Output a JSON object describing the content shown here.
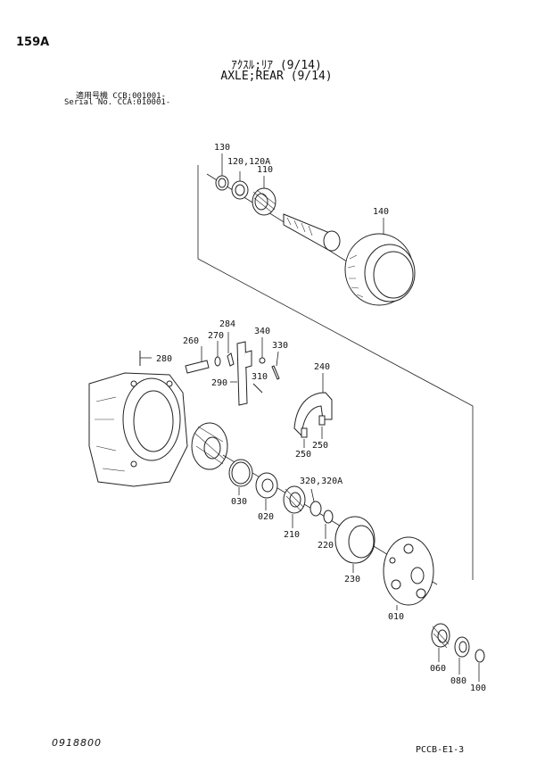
{
  "header": {
    "page_number": "159A",
    "title_jp": "ｱｸｽﾙ;ﾘｱ (9/14)",
    "title_en": "AXLE;REAR (9/14)",
    "serial_line1": "適用号機  CCB:001001-",
    "serial_line2": "Serial No. CCA:010001-"
  },
  "callouts": {
    "c130": "130",
    "c120": "120,120A",
    "c110": "110",
    "c140": "140",
    "c284": "284",
    "c270": "270",
    "c340": "340",
    "c330": "330",
    "c260": "260",
    "c280": "280",
    "c240": "240",
    "c290": "290",
    "c310": "310",
    "c250a": "250",
    "c250b": "250",
    "c030": "030",
    "c020": "020",
    "c320": "320,320A",
    "c210": "210",
    "c220": "220",
    "c230": "230",
    "c010": "010",
    "c060": "060",
    "c080": "080",
    "c100": "100"
  },
  "footer": {
    "code": "0918800",
    "reference": "PCCB-E1-3"
  }
}
